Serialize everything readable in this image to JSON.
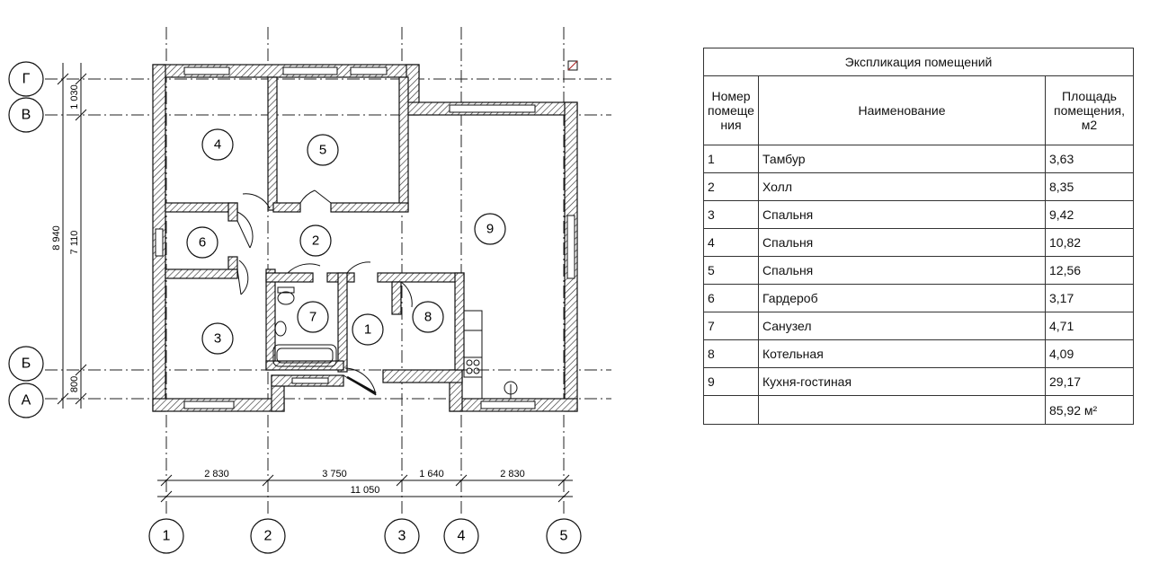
{
  "plan": {
    "axes_vertical": [
      "1",
      "2",
      "3",
      "4",
      "5"
    ],
    "axes_horizontal": [
      "Г",
      "В",
      "Б",
      "А"
    ],
    "dims_bottom": [
      "2 830",
      "3 750",
      "1 640",
      "2 830"
    ],
    "dim_total_bottom": "11 050",
    "dims_left": [
      "1 030",
      "7 110",
      "800"
    ],
    "dim_total_left": "8 940",
    "rooms": [
      "4",
      "5",
      "6",
      "2",
      "9",
      "7",
      "1",
      "8",
      "3"
    ]
  },
  "explication": {
    "title": "Экспликация помещений",
    "col_number": "Номер помеще ния",
    "col_name": "Наименование",
    "col_area": "Площадь помещения, м2",
    "rows": [
      {
        "n": "1",
        "name": "Тамбур",
        "area": "3,63"
      },
      {
        "n": "2",
        "name": "Холл",
        "area": "8,35"
      },
      {
        "n": "3",
        "name": "Спальня",
        "area": "9,42"
      },
      {
        "n": "4",
        "name": "Спальня",
        "area": "10,82"
      },
      {
        "n": "5",
        "name": "Спальня",
        "area": "12,56"
      },
      {
        "n": "6",
        "name": "Гардероб",
        "area": "3,17"
      },
      {
        "n": "7",
        "name": "Санузел",
        "area": "4,71"
      },
      {
        "n": "8",
        "name": "Котельная",
        "area": "4,09"
      },
      {
        "n": "9",
        "name": "Кухня-гостиная",
        "area": "29,17"
      }
    ],
    "total": "85,92 м²"
  }
}
